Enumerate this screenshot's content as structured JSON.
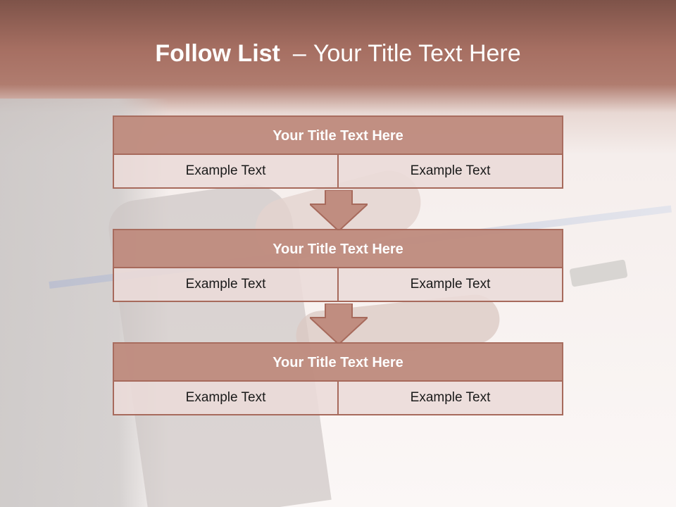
{
  "title": {
    "bold": "Follow List",
    "separator": "–",
    "rest": "Your Title Text Here"
  },
  "blocks": [
    {
      "heading": "Your Title Text Here",
      "cells": [
        "Example Text",
        "Example Text"
      ]
    },
    {
      "heading": "Your Title Text Here",
      "cells": [
        "Example Text",
        "Example Text"
      ]
    },
    {
      "heading": "Your Title Text Here",
      "cells": [
        "Example Text",
        "Example Text"
      ]
    }
  ],
  "colors": {
    "header_fill": "#c08d80",
    "border": "#a76a5c",
    "cell_fill": "#ebdbd8",
    "title_bar": "#a66f62"
  }
}
